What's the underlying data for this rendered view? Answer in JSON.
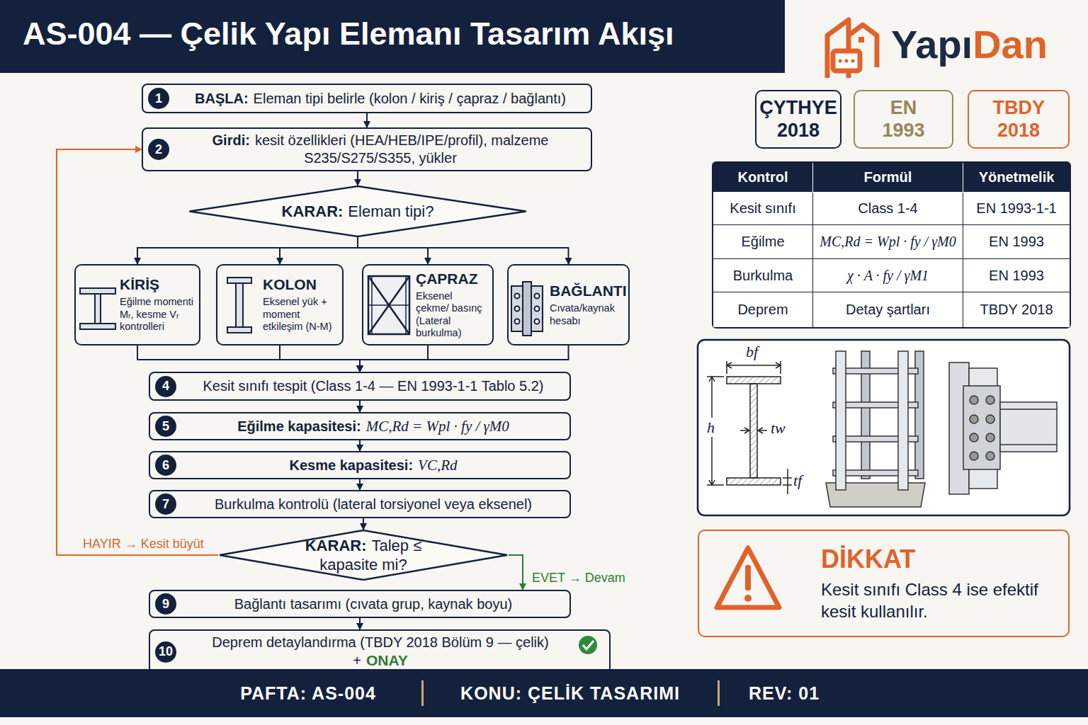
{
  "diagram": {
    "title": "AS-004 — Çelik Yapı Elemanı Tasarım Akışı",
    "nodes": [
      {
        "text": [
          "1",
          "BAŞLA:",
          "Eleman tipi belirle (kolon / kiriş / çapraz / bağlantı)"
        ]
      },
      {
        "text": [
          "2",
          "Girdi:",
          "kesit özellikleri (HEA/HEB/IPE/profil), malzeme S235/S275/S355, yükler"
        ]
      },
      {
        "text": [
          "KARAR:",
          "Eleman tipi?"
        ]
      },
      {
        "text": [
          "KİRİŞ",
          "Eğilme momenti Mᵣ, kesme Vᵣ kontrolleri"
        ]
      },
      {
        "text": [
          "KOLON",
          "Eksenel yük + moment etkileşim (N-M)"
        ]
      },
      {
        "text": [
          "ÇAPRAZ",
          "Eksenel çekme/ basınç (Lateral burkulma)"
        ]
      },
      {
        "text": [
          "BAĞLANTI",
          "Cıvata/kaynak hesabı"
        ]
      },
      {
        "text": [
          "4",
          "Kesit sınıfı tespit (Class 1-4 — EN 1993-1-1 Tablo 5.2)"
        ]
      },
      {
        "text": [
          "5",
          "Eğilme kapasitesi:",
          "MC,Rd = Wpl · fy / γM0"
        ]
      },
      {
        "text": [
          "6",
          "Kesme kapasitesi:",
          "VC,Rd"
        ]
      },
      {
        "text": [
          "7",
          "Burkulma kontrolü (lateral torsiyonel veya eksenel)"
        ]
      },
      {
        "text": [
          "KARAR:",
          "Talep ≤ kapasite mi?"
        ]
      },
      {
        "text": [
          "9",
          "Bağlantı tasarımı (cıvata grup, kaynak boyu)"
        ]
      },
      {
        "text": [
          "10",
          "Deprem detaylandırma (TBDY 2018 Bölüm 9 — çelik) +",
          "ONAY"
        ]
      },
      {
        "text": [
          "ÇYTHYE 2018"
        ]
      },
      {
        "text": [
          "EN 1993"
        ]
      },
      {
        "text": [
          "TBDY 2018"
        ]
      },
      {
        "text": [
          "DİKKAT",
          "Kesit sınıfı Class 4 ise efektif kesit kullanılır."
        ]
      },
      {
        "text": [
          "PAFTA: AS-004",
          "KONU: ÇELİK TASARIMI",
          "REV: 01"
        ]
      }
    ],
    "edges": [
      {
        "from": 0,
        "to": 1,
        "arrow": "to"
      },
      {
        "from": 1,
        "to": 2,
        "arrow": "to"
      },
      {
        "from": 2,
        "to": 3,
        "arrow": "to"
      },
      {
        "from": 2,
        "to": 4,
        "arrow": "to"
      },
      {
        "from": 2,
        "to": 5,
        "arrow": "to"
      },
      {
        "from": 2,
        "to": 6,
        "arrow": "to"
      },
      {
        "from": 3,
        "to": 7,
        "arrow": "to"
      },
      {
        "from": 4,
        "to": 7,
        "arrow": "to"
      },
      {
        "from": 5,
        "to": 7,
        "arrow": "to"
      },
      {
        "from": 6,
        "to": 7,
        "arrow": "to"
      },
      {
        "from": 7,
        "to": 8,
        "arrow": "to"
      },
      {
        "from": 8,
        "to": 9,
        "arrow": "to"
      },
      {
        "from": 9,
        "to": 10,
        "arrow": "to"
      },
      {
        "from": 10,
        "to": 11,
        "arrow": "to"
      },
      {
        "from": 11,
        "to": 12,
        "label": "EVET → Devam",
        "arrow": "to"
      },
      {
        "from": 12,
        "to": 13,
        "arrow": "to"
      },
      {
        "from": 11,
        "to": 1,
        "label": "HAYIR → Kesit büyüt",
        "arrow": "to"
      }
    ],
    "labels": [
      "Yapı",
      "Dan",
      "Kontrol",
      "Formül",
      "Yönetmelik",
      "Kesit sınıfı",
      "Class 1-4",
      "EN 1993-1-1",
      "Eğilme",
      "MC,Rd = Wpl · fy / γM0",
      "EN 1993",
      "Burkulma",
      "χ · A · fy / γM1",
      "EN 1993",
      "Deprem",
      "Detay şartları",
      "TBDY 2018",
      "bf",
      "h",
      "tw",
      "tf"
    ]
  }
}
